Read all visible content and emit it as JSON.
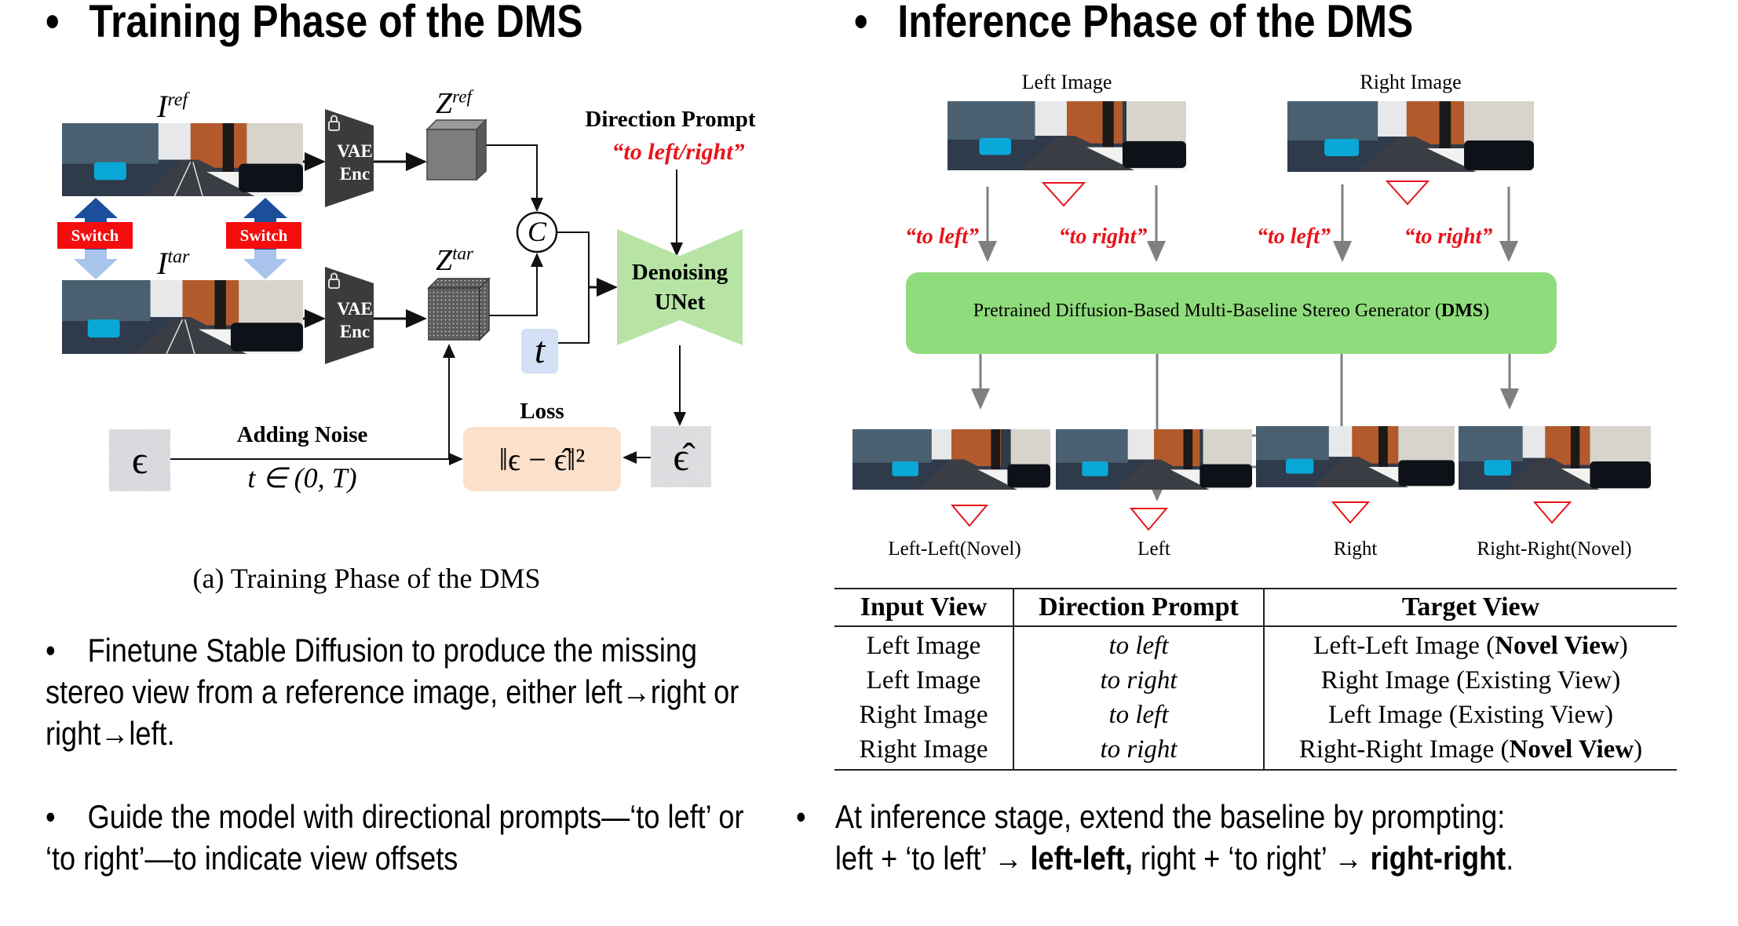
{
  "left_panel": {
    "bullet": "•",
    "title": "Training Phase of the DMS",
    "diagram": {
      "ref_image_label": "I",
      "ref_image_sup": "ref",
      "tar_image_label": "I",
      "tar_image_sup": "tar",
      "switch_label": "Switch",
      "vae_label_line1": "VAE",
      "vae_label_line2": "Enc",
      "z_ref_label": "Z",
      "z_ref_sup": "ref",
      "z_tar_label": "Z",
      "z_tar_sup": "tar",
      "concat_symbol": "C",
      "direction_prompt_title": "Direction Prompt",
      "direction_prompt_value": "“to left/right”",
      "unet_line1": "Denoising",
      "unet_line2": "UNet",
      "timestep_symbol": "t",
      "noise_symbol": "ϵ",
      "adding_noise_label": "Adding Noise",
      "timestep_range": "t ∈ (0, T)",
      "loss_label": "Loss",
      "loss_formula": "‖ϵ − ϵ̂‖²",
      "pred_noise_symbol": "ϵ̂",
      "caption": "(a) Training Phase of the DMS"
    },
    "bullets": [
      {
        "marker": "•",
        "text": "Finetune Stable Diffusion to produce the missing stereo view from a reference image, either left→right or right→left."
      },
      {
        "marker": "•",
        "text": "Guide the model with directional prompts—‘to left’ or ‘to right’—to indicate view offsets"
      }
    ]
  },
  "right_panel": {
    "bullet": "•",
    "title": "Inference Phase of the DMS",
    "diagram": {
      "left_image_label": "Left Image",
      "right_image_label": "Right Image",
      "prompts": [
        "“to left”",
        "“to right”",
        "“to left”",
        "“to right”"
      ],
      "generator_text": "Pretrained Diffusion-Based Multi-Baseline Stereo Generator (",
      "generator_bold": "DMS",
      "generator_close": ")",
      "outputs": [
        "Left-Left(Novel)",
        "Left",
        "Right",
        "Right-Right(Novel)"
      ]
    },
    "table": {
      "headers": [
        "Input View",
        "Direction Prompt",
        "Target View"
      ],
      "rows": [
        {
          "input": "Left Image",
          "prompt": "to left",
          "target_pre": "Left-Left Image (",
          "target_bold": "Novel View",
          "target_post": ")"
        },
        {
          "input": "Left Image",
          "prompt": "to right",
          "target_pre": "Right Image (Existing View)",
          "target_bold": "",
          "target_post": ""
        },
        {
          "input": "Right Image",
          "prompt": "to left",
          "target_pre": "Left Image (Existing View)",
          "target_bold": "",
          "target_post": ""
        },
        {
          "input": "Right Image",
          "prompt": "to right",
          "target_pre": "Right-Right Image (",
          "target_bold": "Novel View",
          "target_post": ")"
        }
      ]
    },
    "bullet_text": {
      "marker": "•",
      "line1": "At inference stage, extend the baseline by prompting:",
      "seg1": "left + ‘to left’ → ",
      "bold1": "left-left,",
      "seg2": " right + ‘to right’ → ",
      "bold2": "right-right",
      "seg3": "."
    }
  },
  "colors": {
    "switch_red": "#f40d0d",
    "prompt_red": "#e8141b",
    "unet_green": "#b7e4a4",
    "generator_green": "#8fdc7c",
    "loss_peach": "#fbe0cc",
    "timestep_blue": "#d3e0f5",
    "encoder_gray": "#3b3b3b",
    "arrow_gray": "#808080"
  }
}
